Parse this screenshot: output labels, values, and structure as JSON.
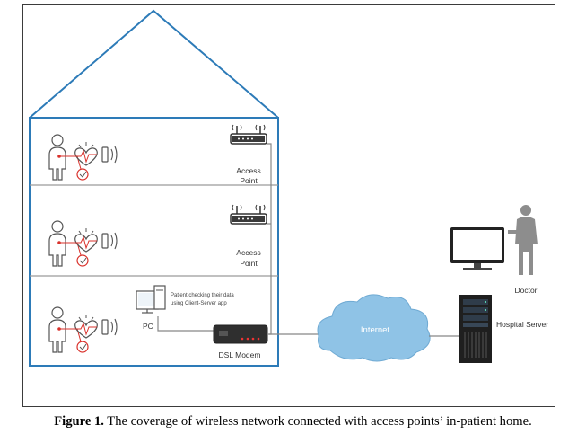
{
  "floors": [
    {
      "ap_label_line1": "Access",
      "ap_label_line2": "Point"
    },
    {
      "ap_label_line1": "Access",
      "ap_label_line2": "Point"
    }
  ],
  "pc": {
    "label": "PC",
    "note_line1": "Patient checking their data",
    "note_line2": "using Client-Server app"
  },
  "modem_label": "DSL Modem",
  "internet_label": "Internet",
  "server_label": "Hospital Server",
  "doctor_label": "Doctor",
  "caption": {
    "prefix": "Figure 1.",
    "text": " The coverage of wireless network connected with access points’ in-patient home."
  },
  "colors": {
    "house_line": "#2d7bb8",
    "cloud": "#8fc3e6",
    "heart": "#d9312b"
  }
}
